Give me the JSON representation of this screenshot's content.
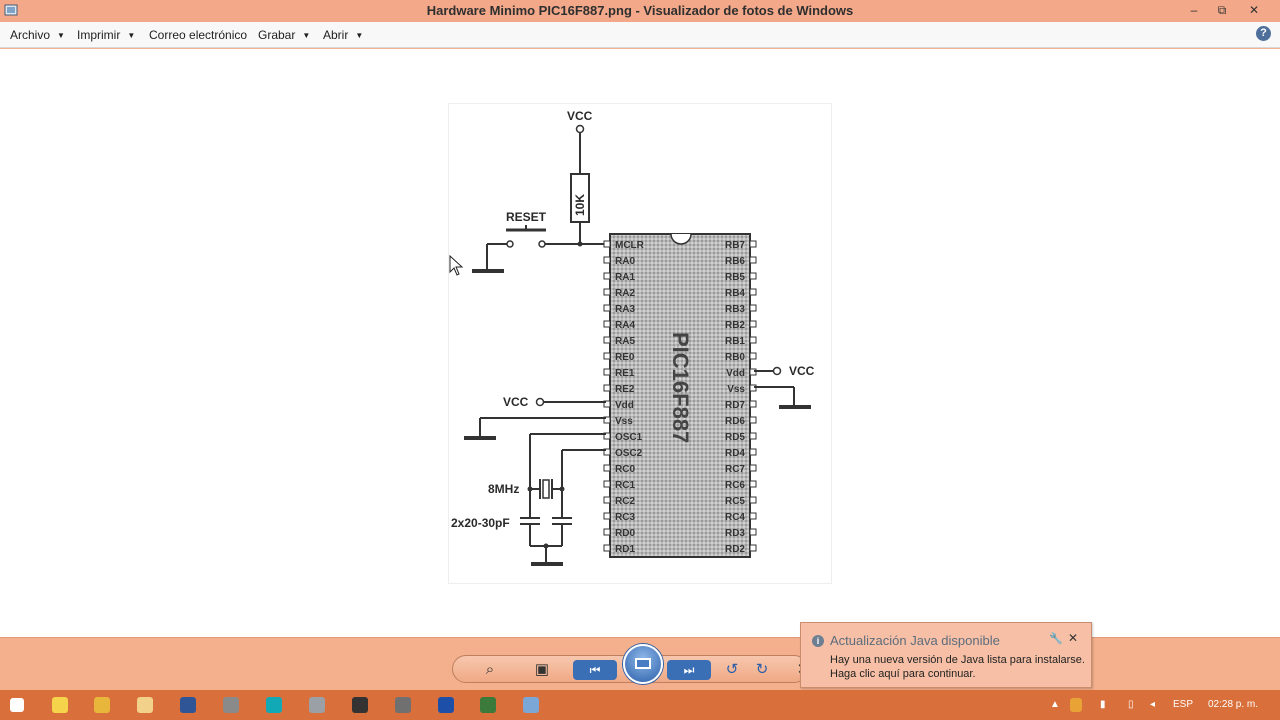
{
  "window": {
    "title": "Hardware Minimo PIC16F887.png - Visualizador de fotos de Windows",
    "minimize": "–",
    "restore": "⧉",
    "close": "✕"
  },
  "menu": {
    "items": [
      {
        "label": "Archivo",
        "has_caret": true
      },
      {
        "label": "Imprimir",
        "has_caret": true
      },
      {
        "label": "Correo electrónico",
        "has_caret": false
      },
      {
        "label": "Grabar",
        "has_caret": true
      },
      {
        "label": "Abrir",
        "has_caret": true
      }
    ],
    "caret": "▼",
    "help": "?"
  },
  "schematic": {
    "vcc_top": "VCC",
    "resistor": "10K",
    "reset": "RESET",
    "chip": "PIC16F887",
    "vcc_left": "VCC",
    "vcc_right": "VCC",
    "crystal": "8MHz",
    "capacitors": "2x20-30pF",
    "left_pins": [
      "MCLR",
      "RA0",
      "RA1",
      "RA2",
      "RA3",
      "RA4",
      "RA5",
      "RE0",
      "RE1",
      "RE2",
      "Vdd",
      "Vss",
      "OSC1",
      "OSC2",
      "RC0",
      "RC1",
      "RC2",
      "RC3",
      "RD0",
      "RD1"
    ],
    "right_pins": [
      "RB7",
      "RB6",
      "RB5",
      "RB4",
      "RB3",
      "RB2",
      "RB1",
      "RB0",
      "Vdd",
      "Vss",
      "RD7",
      "RD6",
      "RD5",
      "RD4",
      "RC7",
      "RC6",
      "RC5",
      "RC4",
      "RD3",
      "RD2"
    ]
  },
  "controls": {
    "zoom": "⌕",
    "fit": "▣",
    "prev": "⏮",
    "next": "⏭",
    "rotate_ccw": "↺",
    "rotate_cw": "↻",
    "delete": "✕"
  },
  "toast": {
    "title": "Actualización Java disponible",
    "line1": "Hay una nueva versión de Java lista para instalarse.",
    "line2": "Haga clic aquí para continuar.",
    "info": "i",
    "settings": "🔧",
    "close": "✕"
  },
  "taskbar": {
    "language": "ESP",
    "time": "02:28 p. m.",
    "tray_up": "▲",
    "icons": [
      {
        "name": "start-icon",
        "color": "#ffffff"
      },
      {
        "name": "ie-icon",
        "color": "#f5d34a"
      },
      {
        "name": "chrome-icon",
        "color": "#e7b63a"
      },
      {
        "name": "explorer-icon",
        "color": "#f2d28a"
      },
      {
        "name": "word-icon",
        "color": "#2f5597"
      },
      {
        "name": "app-icon",
        "color": "#8a8a8a"
      },
      {
        "name": "arduino-icon",
        "color": "#12a9b6"
      },
      {
        "name": "tool-icon",
        "color": "#9aa0a6"
      },
      {
        "name": "settings-icon",
        "color": "#333333"
      },
      {
        "name": "media-icon",
        "color": "#707070"
      },
      {
        "name": "isis-icon",
        "color": "#1d4fa8"
      },
      {
        "name": "pcb-icon",
        "color": "#3c7a3c"
      },
      {
        "name": "photo-viewer-icon",
        "color": "#7aa7d6"
      }
    ]
  }
}
